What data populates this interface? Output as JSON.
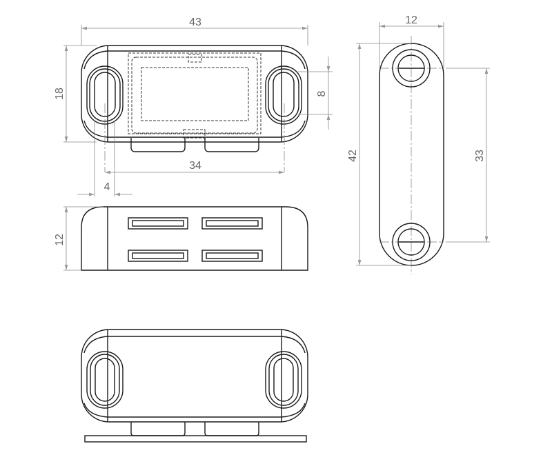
{
  "drawing": {
    "top_view": {
      "width_overall": "43",
      "height": "18",
      "slot_length": "8",
      "hole_spacing": "34",
      "slot_width": "4"
    },
    "front_view": {
      "height": "12"
    },
    "side_view": {
      "width": "12",
      "length": "42",
      "hole_spacing": "33"
    }
  }
}
